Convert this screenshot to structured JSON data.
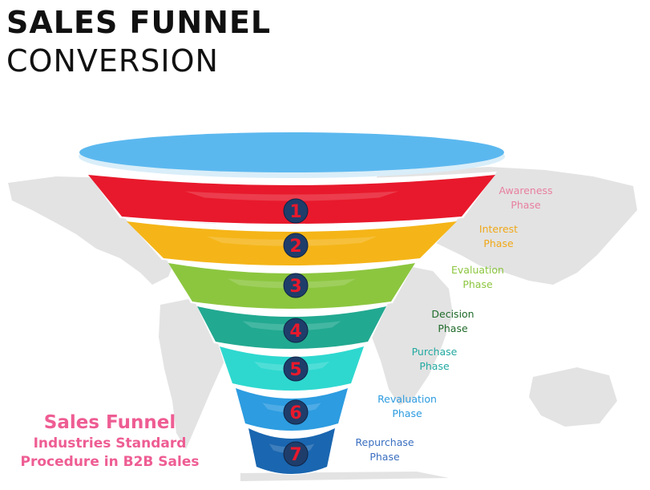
{
  "title": {
    "line1": "SALES FUNNEL",
    "line2": "CONVERSION"
  },
  "stages": [
    {
      "number": "1",
      "label_line1": "Awareness",
      "label_line2": "Phase",
      "color": "#e8192c",
      "label_color": "#e87fa0"
    },
    {
      "number": "2",
      "label_line1": "Interest",
      "label_line2": "Phase",
      "color": "#f5b518",
      "label_color": "#f0a818"
    },
    {
      "number": "3",
      "label_line1": "Evaluation",
      "label_line2": "Phase",
      "color": "#8cc63f",
      "label_color": "#8cc63f"
    },
    {
      "number": "4",
      "label_line1": "Decision",
      "label_line2": "Phase",
      "color": "#22a991",
      "label_color": "#1f6b2a"
    },
    {
      "number": "5",
      "label_line1": "Purchase",
      "label_line2": "Phase",
      "color": "#2ed8cf",
      "label_color": "#22a9a0"
    },
    {
      "number": "6",
      "label_line1": "Revaluation",
      "label_line2": "Phase",
      "color": "#2d9ce0",
      "label_color": "#2d9ce0"
    },
    {
      "number": "7",
      "label_line1": "Repurchase",
      "label_line2": "Phase",
      "color": "#1a66b0",
      "label_color": "#3a6fc0"
    }
  ],
  "caption": {
    "title": "Sales Funnel",
    "line1": "Industries Standard",
    "line2": "Procedure in B2B Sales"
  },
  "colors": {
    "rim_top": "#5bb8ef",
    "badge_fill": "#1f3d6a",
    "badge_text": "#e8192c",
    "map": "#e3e3e3"
  }
}
